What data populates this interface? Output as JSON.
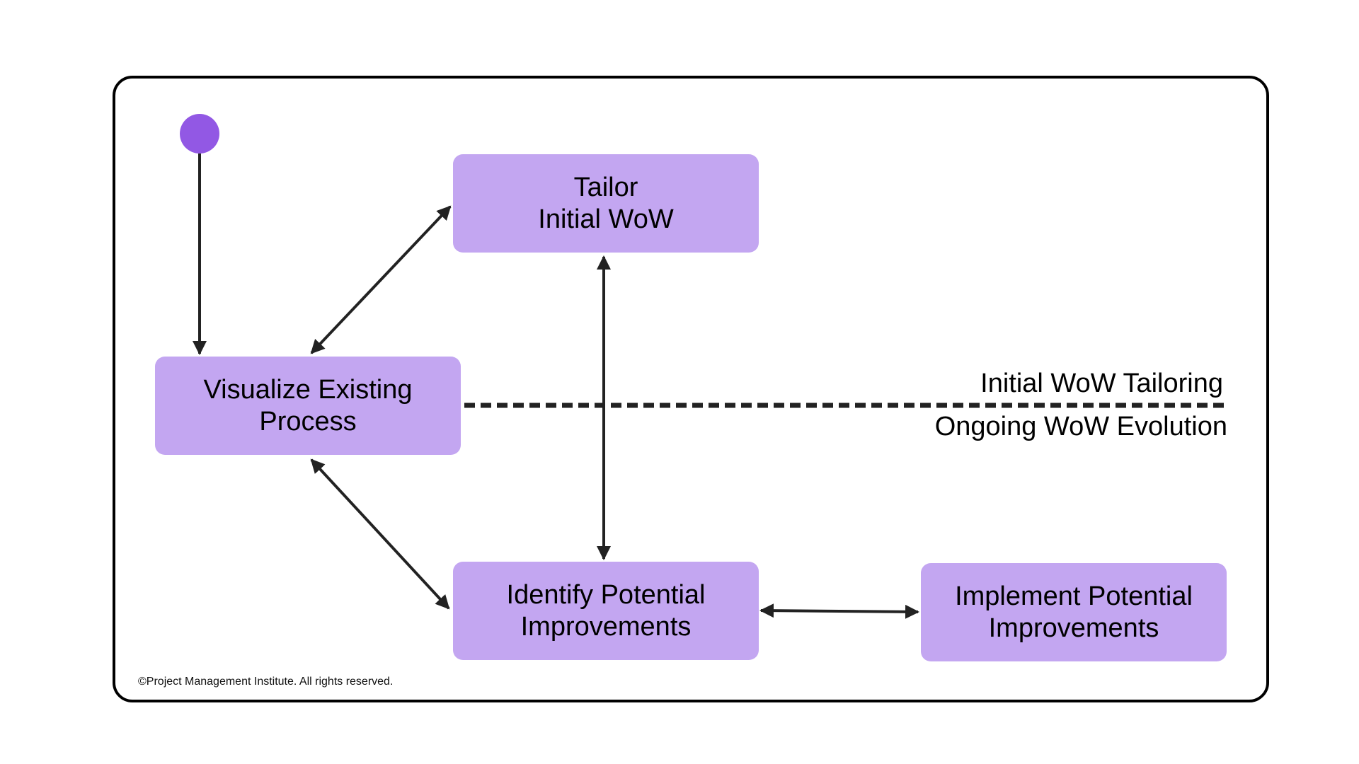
{
  "colors": {
    "node_fill": "#c3a6f1",
    "start_dot": "#9258e4",
    "arrow": "#222222",
    "frame": "#000000"
  },
  "nodes": {
    "tailor": "Tailor\nInitial WoW",
    "visualize": "Visualize Existing\nProcess",
    "identify": "Identify Potential\nImprovements",
    "implement": "Implement Potential\nImprovements"
  },
  "phases": {
    "upper": "Initial WoW Tailoring",
    "lower": "Ongoing WoW Evolution"
  },
  "footer": {
    "copyright": "©Project Management Institute. All rights reserved."
  }
}
